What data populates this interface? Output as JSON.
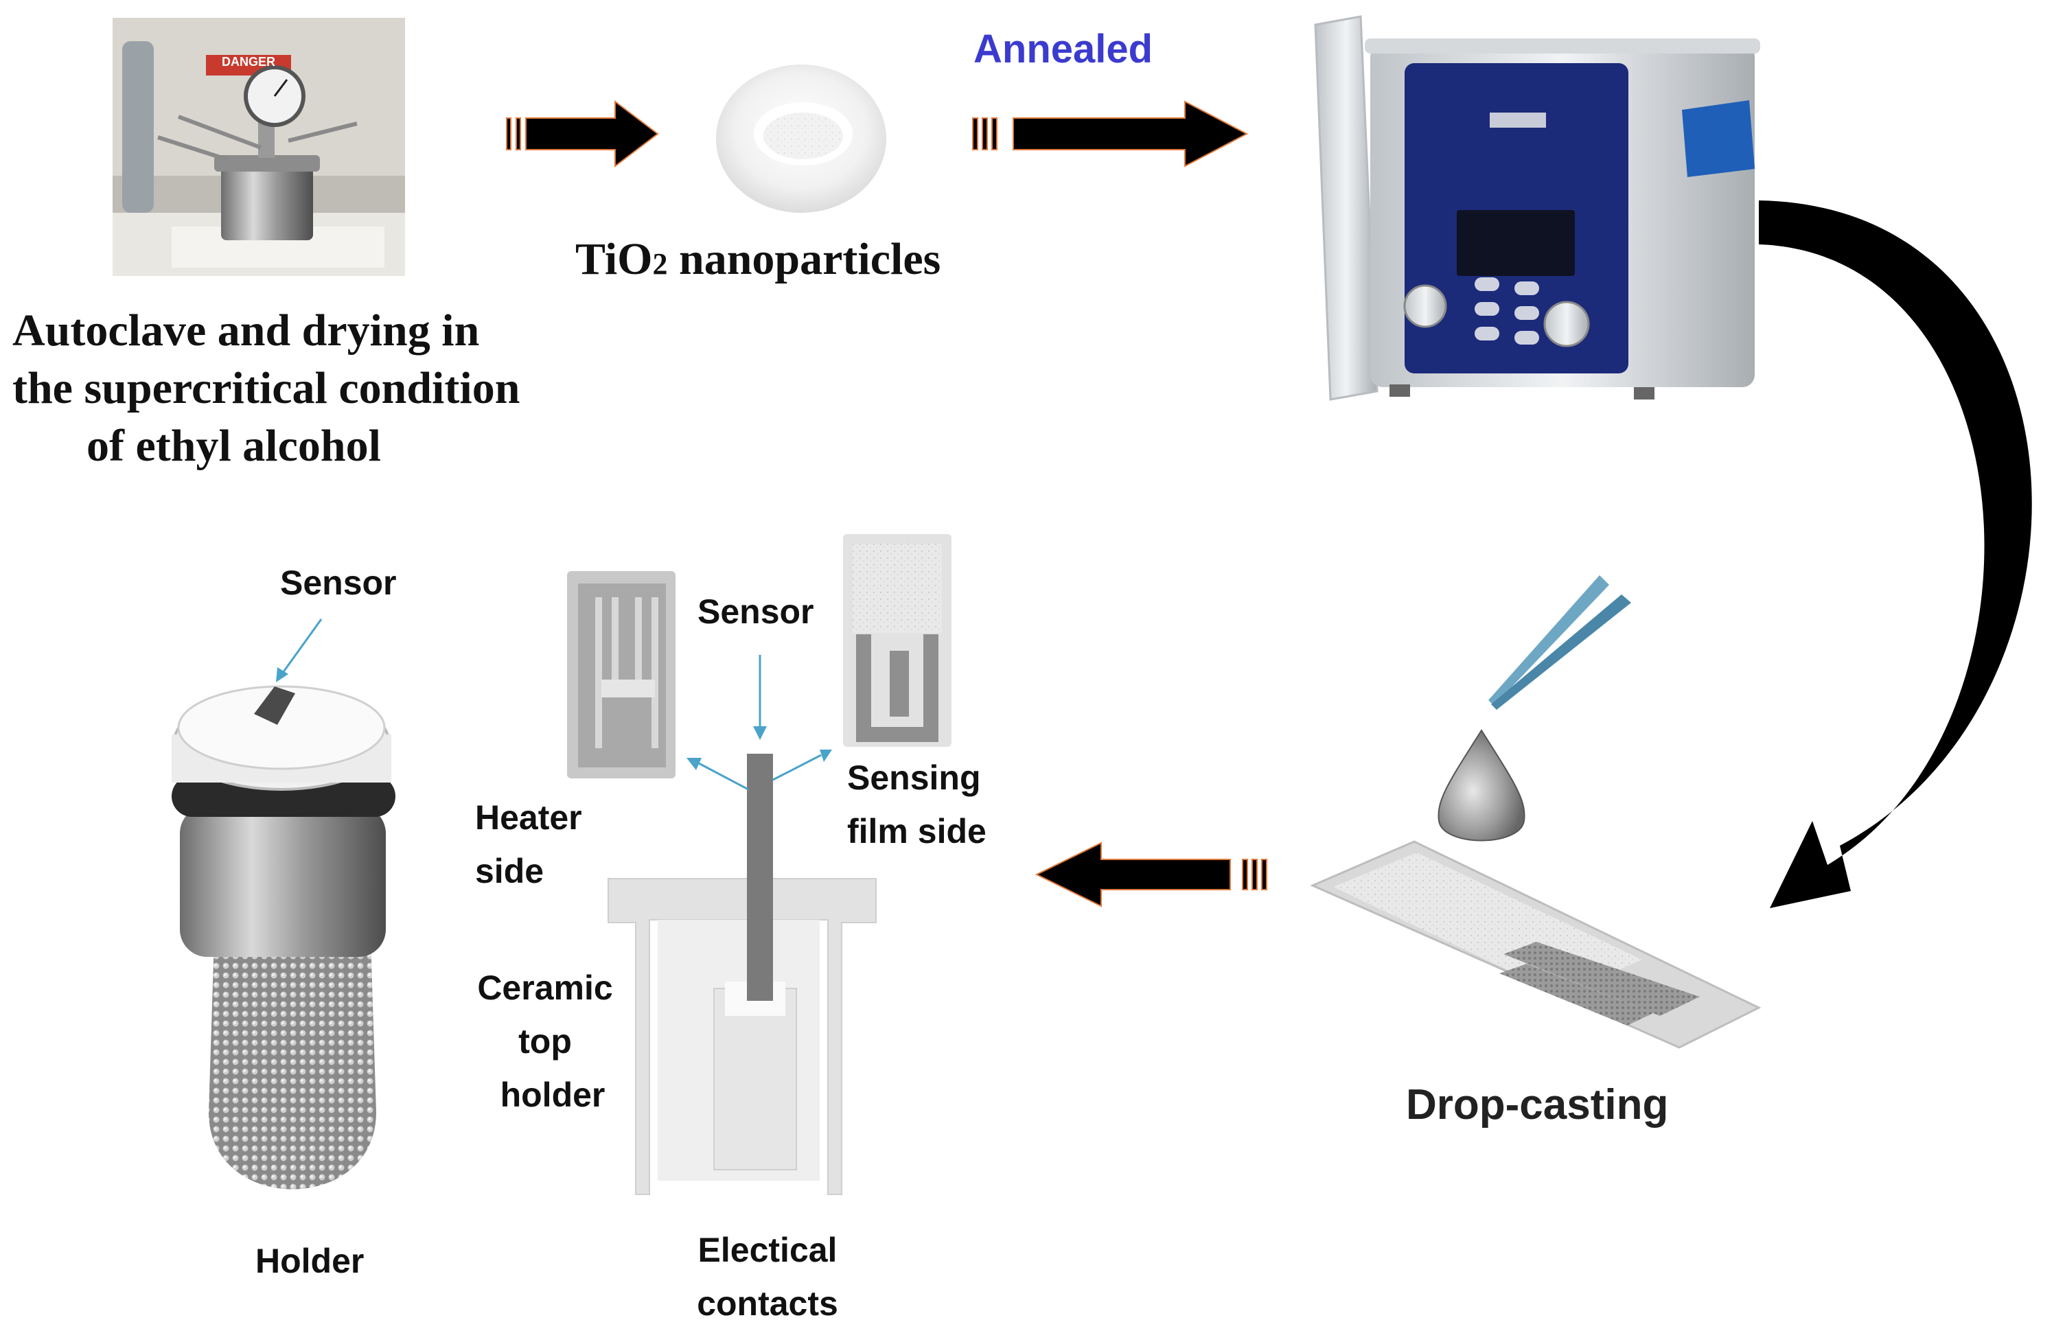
{
  "steps": {
    "autoclave": {
      "danger_sign": "DANGER",
      "caption_lines": [
        "Autoclave and drying in",
        "the supercritical condition",
        "of ethyl alcohol"
      ]
    },
    "tio2": {
      "caption_prefix": "TiO",
      "caption_sub": "2",
      "caption_suffix": " nanoparticles"
    },
    "anneal": {
      "label": "Annealed"
    },
    "drop_casting": {
      "label": "Drop-casting"
    },
    "sensor_assembly": {
      "sensor_label": "Sensor",
      "heater_side_lines": [
        "Heater",
        "side"
      ],
      "sensing_film_lines": [
        "Sensing",
        "film side"
      ],
      "ceramic_holder_lines": [
        "Ceramic",
        "top",
        "holder"
      ],
      "contacts_lines": [
        "Electical",
        "contacts"
      ]
    },
    "holder": {
      "sensor_label": "Sensor",
      "holder_label": "Holder"
    }
  },
  "colors": {
    "annealed_text": "#3b3bcf",
    "arrow": "#000000",
    "arrow_outline": "#e07a3c",
    "pointer": "#4aa3c9",
    "bath_blue": "#1c2a7a"
  }
}
